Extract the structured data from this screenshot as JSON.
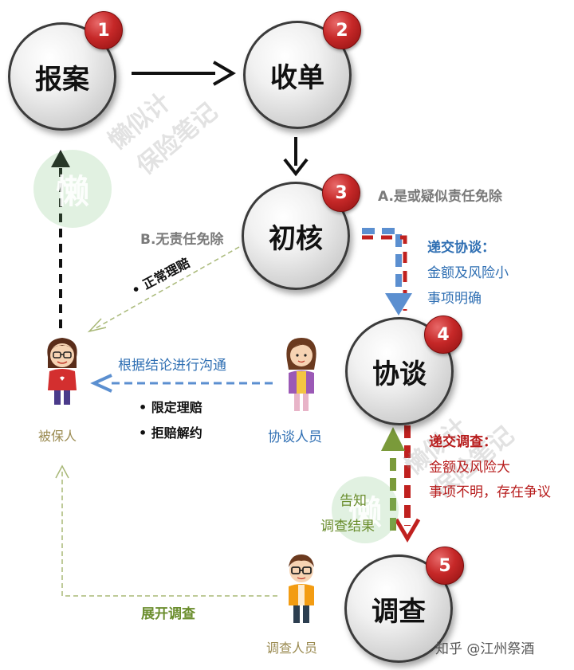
{
  "nodes": [
    {
      "num": "1",
      "label": "报案"
    },
    {
      "num": "2",
      "label": "收单"
    },
    {
      "num": "3",
      "label": "初核"
    },
    {
      "num": "4",
      "label": "协谈"
    },
    {
      "num": "5",
      "label": "调查"
    }
  ],
  "labels": {
    "a_branch": "A.是或疑似责任免除",
    "b_branch": "B.无责任免除",
    "submit_negotiation": "递交协谈：",
    "negotiation_cond1": "金额及风险小",
    "negotiation_cond2": "事项明确",
    "normal_claim": "• 正常理赔",
    "communicate": "根据结论进行沟通",
    "limited_claim": "• 限定理赔",
    "refuse_claim": "• 拒赔解约",
    "submit_investigation": "递交调查：",
    "investigation_cond1": "金额及风险大",
    "investigation_cond2": "事项不明，存在争议",
    "notify": "告知",
    "investigation_result": "调查结果",
    "start_investigation": "展开调查"
  },
  "people": {
    "insured": "被保人",
    "negotiator": "协谈人员",
    "investigator": "调查人员"
  },
  "watermark": {
    "logo_char": "懒",
    "text_line1": "懒似计",
    "text_line2": "保险笔记",
    "credit": "知乎 @江州祭酒"
  },
  "colors": {
    "badge_red": "#c62828",
    "arrow_black": "#111111",
    "arrow_blue": "#5b8fd0",
    "arrow_red": "#c0211f",
    "arrow_green": "#7a9a3a",
    "dashed_olive": "#a8b877"
  }
}
